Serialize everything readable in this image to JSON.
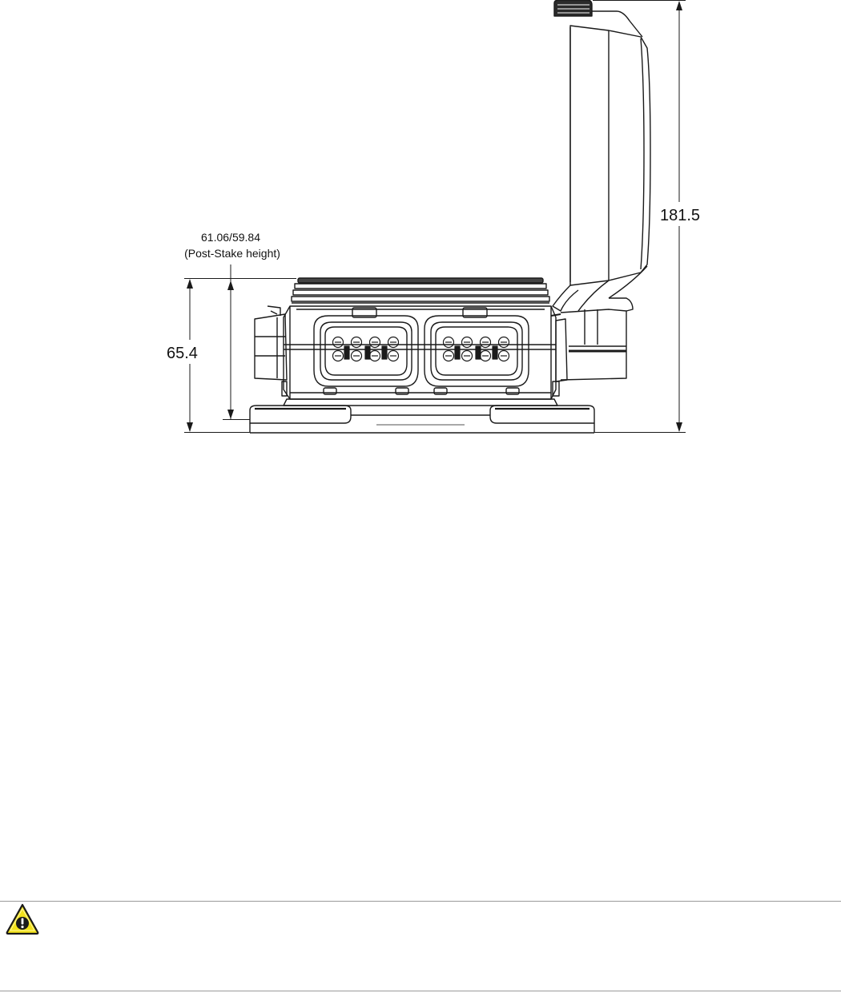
{
  "figure": {
    "dimensions": {
      "overall_height": "181.5",
      "base_height": "65.4",
      "post_stake_value": "61.06/59.84",
      "post_stake_note": "(Post-Stake height)"
    }
  },
  "footer": {
    "icon": "warning-icon",
    "icon_colors": {
      "fill": "#f2e21a",
      "stroke": "#1a1a1a"
    }
  }
}
